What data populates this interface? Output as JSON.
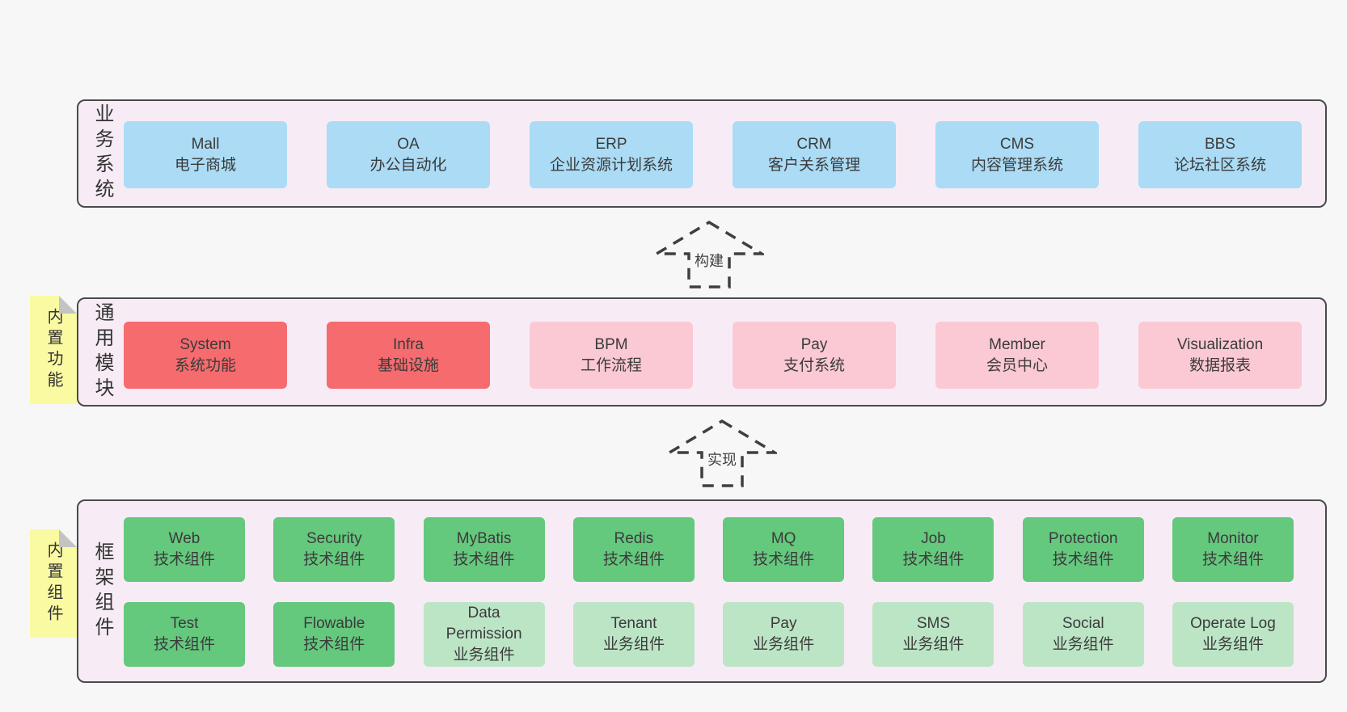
{
  "colors": {
    "page_bg": "#f7f7f7",
    "container_bg": "#f7ecf5",
    "container_border": "#4a4a4a",
    "blue": "#abdbf5",
    "red": "#f56b6e",
    "pink": "#fbc9d3",
    "green": "#64c87d",
    "light_green": "#bce5c6",
    "tag_yellow": "#fafaa3",
    "fold_gray": "#c3c3c3",
    "text": "#3b3b3b",
    "arrow": "#3f3f3f"
  },
  "layers": [
    {
      "label": "业务系统",
      "boxes": [
        {
          "name": "Mall",
          "desc": "电子商城"
        },
        {
          "name": "OA",
          "desc": "办公自动化"
        },
        {
          "name": "ERP",
          "desc": "企业资源计划系统"
        },
        {
          "name": "CRM",
          "desc": "客户关系管理"
        },
        {
          "name": "CMS",
          "desc": "内容管理系统"
        },
        {
          "name": "BBS",
          "desc": "论坛社区系统"
        }
      ]
    },
    {
      "label": "通用模块",
      "tag": "内置功能",
      "boxes": [
        {
          "name": "System",
          "desc": "系统功能"
        },
        {
          "name": "Infra",
          "desc": "基础设施"
        },
        {
          "name": "BPM",
          "desc": "工作流程"
        },
        {
          "name": "Pay",
          "desc": "支付系统"
        },
        {
          "name": "Member",
          "desc": "会员中心"
        },
        {
          "name": "Visualization",
          "desc": "数据报表"
        }
      ]
    },
    {
      "label": "框架组件",
      "tag": "内置组件",
      "rows": [
        {
          "boxes": [
            {
              "name": "Web",
              "desc": "技术组件"
            },
            {
              "name": "Security",
              "desc": "技术组件"
            },
            {
              "name": "MyBatis",
              "desc": "技术组件"
            },
            {
              "name": "Redis",
              "desc": "技术组件"
            },
            {
              "name": "MQ",
              "desc": "技术组件"
            },
            {
              "name": "Job",
              "desc": "技术组件"
            },
            {
              "name": "Protection",
              "desc": "技术组件"
            },
            {
              "name": "Monitor",
              "desc": "技术组件"
            }
          ]
        },
        {
          "boxes": [
            {
              "name": "Test",
              "desc": "技术组件"
            },
            {
              "name": "Flowable",
              "desc": "技术组件"
            },
            {
              "name": "Data Permission",
              "desc": "业务组件"
            },
            {
              "name": "Tenant",
              "desc": "业务组件"
            },
            {
              "name": "Pay",
              "desc": "业务组件"
            },
            {
              "name": "SMS",
              "desc": "业务组件"
            },
            {
              "name": "Social",
              "desc": "业务组件"
            },
            {
              "name": "Operate Log",
              "desc": "业务组件"
            }
          ]
        }
      ]
    }
  ],
  "arrows": [
    {
      "label": "构建"
    },
    {
      "label": "实现"
    }
  ]
}
